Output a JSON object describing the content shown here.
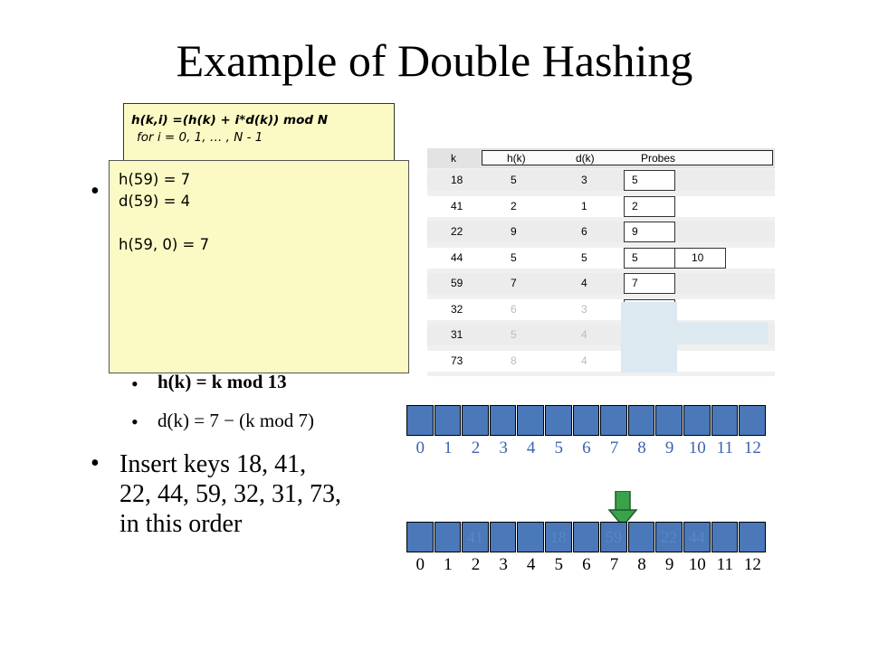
{
  "slide": {
    "title": "Example of Double Hashing"
  },
  "formula_box": {
    "line1": "h(k,i) =(h(k) + i*d(k)) mod N",
    "line2": "for i = 0, 1, … , N - 1"
  },
  "overlay_box": {
    "line1": "h(59) = 7",
    "line2": "d(59) = 4",
    "line3": "h(59, 0) = 7"
  },
  "bullets": {
    "bullet1_dot": "•",
    "sub1": "h(k) = k mod 13",
    "sub2": "d(k) = 7 − (k mod 7)",
    "insert_line1": "Insert keys 18, 41,",
    "insert_line2": "22, 44, 59, 32, 31, 73,",
    "insert_line3": "in this order",
    "insert_dot": "•",
    "sub_dot": "•"
  },
  "table": {
    "headers": [
      "k",
      "h(k)",
      "d(k)",
      "Probes"
    ],
    "rows": [
      {
        "k": "18",
        "h": "5",
        "d": "3",
        "probes": [
          "5"
        ]
      },
      {
        "k": "41",
        "h": "2",
        "d": "1",
        "probes": [
          "2"
        ]
      },
      {
        "k": "22",
        "h": "9",
        "d": "6",
        "probes": [
          "9"
        ]
      },
      {
        "k": "44",
        "h": "5",
        "d": "5",
        "probes": [
          "5",
          "10"
        ]
      },
      {
        "k": "59",
        "h": "7",
        "d": "4",
        "probes": [
          "7"
        ]
      },
      {
        "k": "32",
        "h": "6",
        "d": "3",
        "probes": []
      },
      {
        "k": "31",
        "h": "5",
        "d": "4",
        "probes": []
      },
      {
        "k": "73",
        "h": "8",
        "d": "4",
        "probes": []
      }
    ]
  },
  "arrays": {
    "indices": [
      "0",
      "1",
      "2",
      "3",
      "4",
      "5",
      "6",
      "7",
      "8",
      "9",
      "10",
      "11",
      "12"
    ],
    "top_values": [
      "",
      "",
      "",
      "",
      "",
      "",
      "",
      "",
      "",
      "",
      "",
      "",
      ""
    ],
    "bottom_values": [
      "",
      "",
      "41",
      "",
      "",
      "18",
      "",
      "59",
      "",
      "22",
      "44",
      "",
      ""
    ]
  },
  "colors": {
    "slot": "#4a78b8",
    "index_top": "#3d63b0",
    "note_bg": "#fcfac4",
    "arrow": "#3aa24a"
  }
}
